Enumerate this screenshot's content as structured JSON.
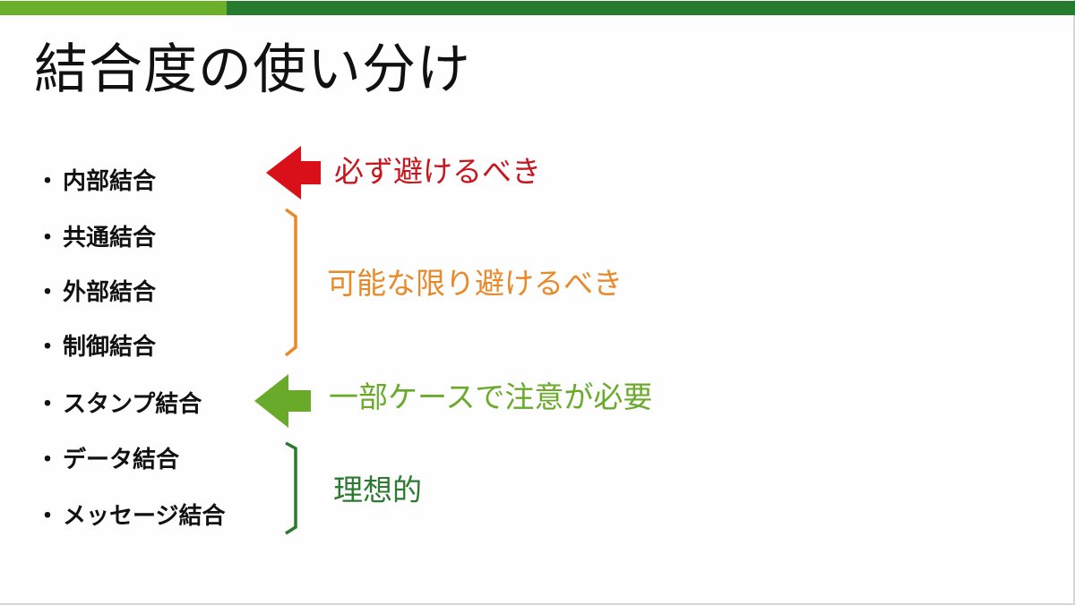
{
  "colors": {
    "top_bar_light": "#6ab02a",
    "top_bar_dark": "#267b2e",
    "red": "#d9101a",
    "red_text": "#c8161e",
    "orange": "#e8892a",
    "light_green": "#6aaa2a",
    "dark_green": "#2a7a30",
    "text": "#111111"
  },
  "slide": {
    "title": "結合度の使い分け",
    "bullet_marker": "・",
    "bullets": [
      {
        "label": "内部結合"
      },
      {
        "label": "共通結合"
      },
      {
        "label": "外部結合"
      },
      {
        "label": "制御結合"
      },
      {
        "label": "スタンプ結合"
      },
      {
        "label": "データ結合"
      },
      {
        "label": "メッセージ結合"
      }
    ],
    "annotations": {
      "must_avoid": {
        "text": "必ず避けるべき",
        "icon": "left-arrow-icon",
        "target": "内部結合"
      },
      "avoid_if_possible": {
        "text": "可能な限り避けるべき",
        "icon": "right-bracket-icon",
        "targets": [
          "共通結合",
          "外部結合",
          "制御結合"
        ]
      },
      "caution": {
        "text": "一部ケースで注意が必要",
        "icon": "left-arrow-icon",
        "target": "スタンプ結合"
      },
      "ideal": {
        "text": "理想的",
        "icon": "right-bracket-icon",
        "targets": [
          "データ結合",
          "メッセージ結合"
        ]
      }
    }
  }
}
